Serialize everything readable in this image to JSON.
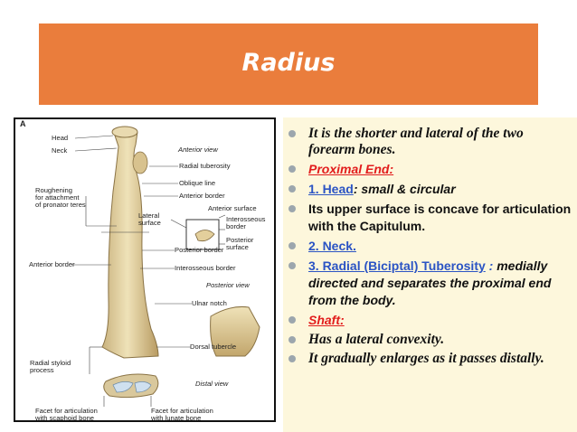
{
  "title": "Radius",
  "colors": {
    "title_bar": "#ea7d3c",
    "panel_bg": "#fdf7dc",
    "bullet": "#9ca6ad",
    "red_text": "#e21c1c",
    "blue_text": "#2b54c4"
  },
  "figure": {
    "corner_letter": "A",
    "labels": {
      "head": "Head",
      "neck": "Neck",
      "anterior_view": "Anterior view",
      "radial_tuberosity": "Radial tuberosity",
      "oblique_line": "Oblique line",
      "anterior_border_top": "Anterior border",
      "roughening_1": "Roughening",
      "roughening_2": "for attachment",
      "roughening_3": "of pronator teres",
      "lateral_surface_1": "Lateral",
      "lateral_surface_2": "surface",
      "anterior_surface": "Anterior surface",
      "interosseous_border_small_1": "Interosseous",
      "interosseous_border_small_2": "border",
      "posterior_surface_1": "Posterior",
      "posterior_surface_2": "surface",
      "posterior_border": "Posterior border",
      "anterior_border_left": "Anterior border",
      "interosseous_border": "Interosseous border",
      "posterior_view": "Posterior view",
      "ulnar_notch": "Ulnar notch",
      "dorsal_tubercle": "Dorsal tubercle",
      "radial_styloid_1": "Radial styloid",
      "radial_styloid_2": "process",
      "distal_view": "Distal view",
      "facet_scaphoid_1": "Facet for articulation",
      "facet_scaphoid_2": "with scaphoid bone",
      "facet_lunate_1": "Facet for articulation",
      "facet_lunate_2": "with lunate bone"
    }
  },
  "bullets": [
    {
      "parts": [
        {
          "text": "It is the shorter and lateral of the two forearm bones.",
          "style": "serif"
        }
      ]
    },
    {
      "parts": [
        {
          "text": "Proximal End:",
          "style": "red"
        }
      ]
    },
    {
      "parts": [
        {
          "text": "1. Head",
          "style": "blue"
        },
        {
          "text": ": small & circular",
          "style": "ital"
        }
      ]
    },
    {
      "parts": [
        {
          "text": "Its upper surface is concave for articulation with the Capitulum.",
          "style": "plain"
        }
      ]
    },
    {
      "parts": [
        {
          "text": "2. Neck.",
          "style": "blue"
        }
      ]
    },
    {
      "parts": [
        {
          "text": "3. Radial (Biciptal) Tuberosity",
          "style": "blue"
        },
        {
          "text": " : ",
          "style": "bluecolon"
        },
        {
          "text": "medially directed and separates the proximal end from the body.",
          "style": "ital"
        }
      ]
    },
    {
      "parts": [
        {
          "text": "Shaft:",
          "style": "red"
        }
      ]
    },
    {
      "parts": [
        {
          "text": "Has a lateral convexity.",
          "style": "serif"
        }
      ]
    },
    {
      "parts": [
        {
          "text": "It gradually enlarges as it passes distally.",
          "style": "serif"
        }
      ]
    }
  ]
}
